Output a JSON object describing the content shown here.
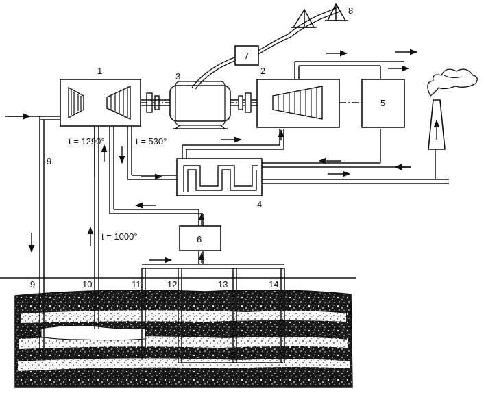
{
  "labels": {
    "n1": "1",
    "n2": "2",
    "n3": "3",
    "n4": "4",
    "n5": "5",
    "n6": "6",
    "n7": "7",
    "n8": "8",
    "n9_top": "9",
    "n9_ground": "9",
    "n10": "10",
    "n11": "11",
    "n12": "12",
    "n13": "13",
    "n14": "14"
  },
  "temperatures": {
    "t1": "t = 1290°",
    "t2": "t = 530°",
    "t3": "t = 1000°"
  },
  "colors": {
    "ink": "#111111",
    "paper": "#ffffff"
  }
}
